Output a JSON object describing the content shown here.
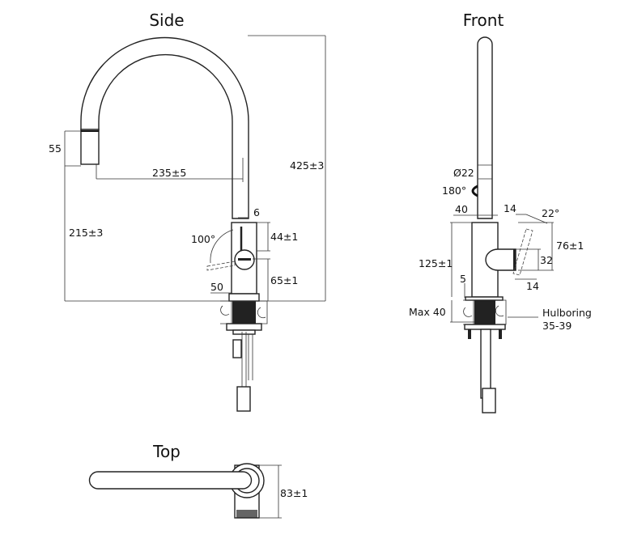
{
  "views": {
    "side": {
      "title": "Side",
      "dims": {
        "spout_h": "55",
        "reach": "235±5",
        "total_h": "425±3",
        "spout_clear": "215±3",
        "pipe_gap": "6",
        "lever_angle": "100°",
        "lever_top": "44±1",
        "lever_bottom": "65±1",
        "base_w": "50"
      }
    },
    "front": {
      "title": "Front",
      "dims": {
        "pipe_d": "Ø22",
        "swivel": "180°",
        "body_w": "40",
        "body_h": "125±1",
        "plate": "5",
        "max_thickness": "Max 40",
        "hole_label": "Hulboring",
        "hole_range": "35-39",
        "handle_top": "14",
        "handle_angle": "22°",
        "handle_h": "76±1",
        "handle_w": "32",
        "handle_bottom": "14"
      }
    },
    "top": {
      "title": "Top",
      "dims": {
        "depth": "83±1"
      }
    }
  }
}
